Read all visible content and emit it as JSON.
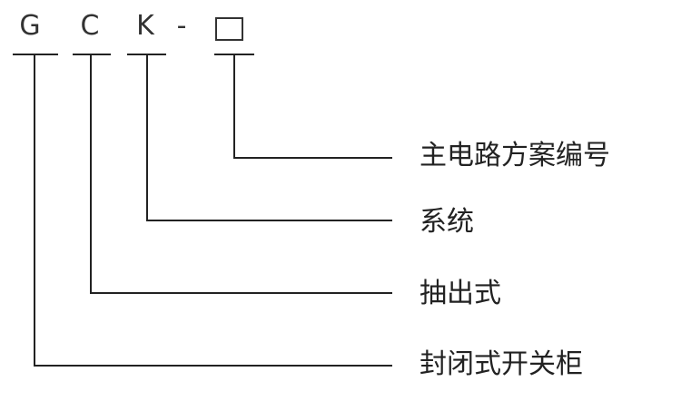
{
  "model_code": {
    "letters": [
      "G",
      "C",
      "K"
    ],
    "separator": "-",
    "placeholder_box": "□"
  },
  "labels": {
    "box": "主电路方案编号",
    "k": "系统",
    "c": "抽出式",
    "g": "封闭式开关柜"
  }
}
